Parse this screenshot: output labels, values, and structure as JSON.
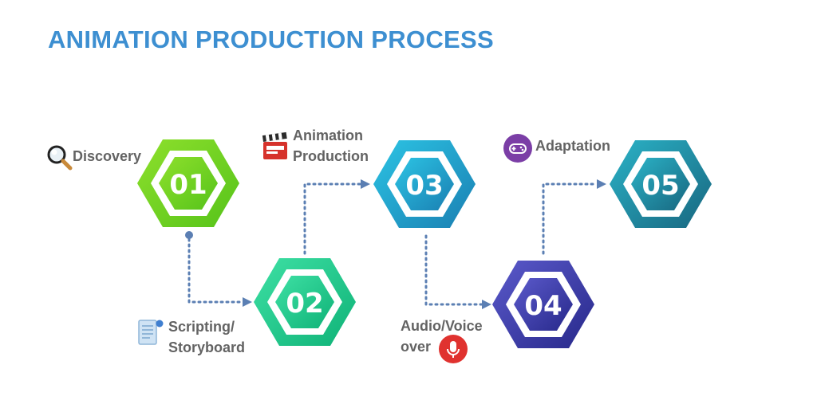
{
  "title": "ANIMATION PRODUCTION PROCESS",
  "steps": [
    {
      "number": "01",
      "label": "Discovery",
      "icon": "magnifier-icon",
      "colors": [
        "#8ee02c",
        "#5cc71a"
      ]
    },
    {
      "number": "02",
      "label_line1": "Scripting/",
      "label_line2": "Storyboard",
      "icon": "scroll-icon",
      "colors": [
        "#3ee0a4",
        "#12b87a"
      ]
    },
    {
      "number": "03",
      "label_line1": "Animation",
      "label_line2": "Production",
      "icon": "clapperboard-icon",
      "colors": [
        "#29bde0",
        "#1a86b8"
      ]
    },
    {
      "number": "04",
      "label_line1": "Audio/Voice",
      "label_line2": "over",
      "icon": "microphone-icon",
      "colors": [
        "#5a58c8",
        "#2c2d8e"
      ]
    },
    {
      "number": "05",
      "label": "Adaptation",
      "icon": "gamepad-icon",
      "colors": [
        "#2bb0c4",
        "#1a6f86"
      ]
    }
  ],
  "connector_color": "#5b7fb3"
}
